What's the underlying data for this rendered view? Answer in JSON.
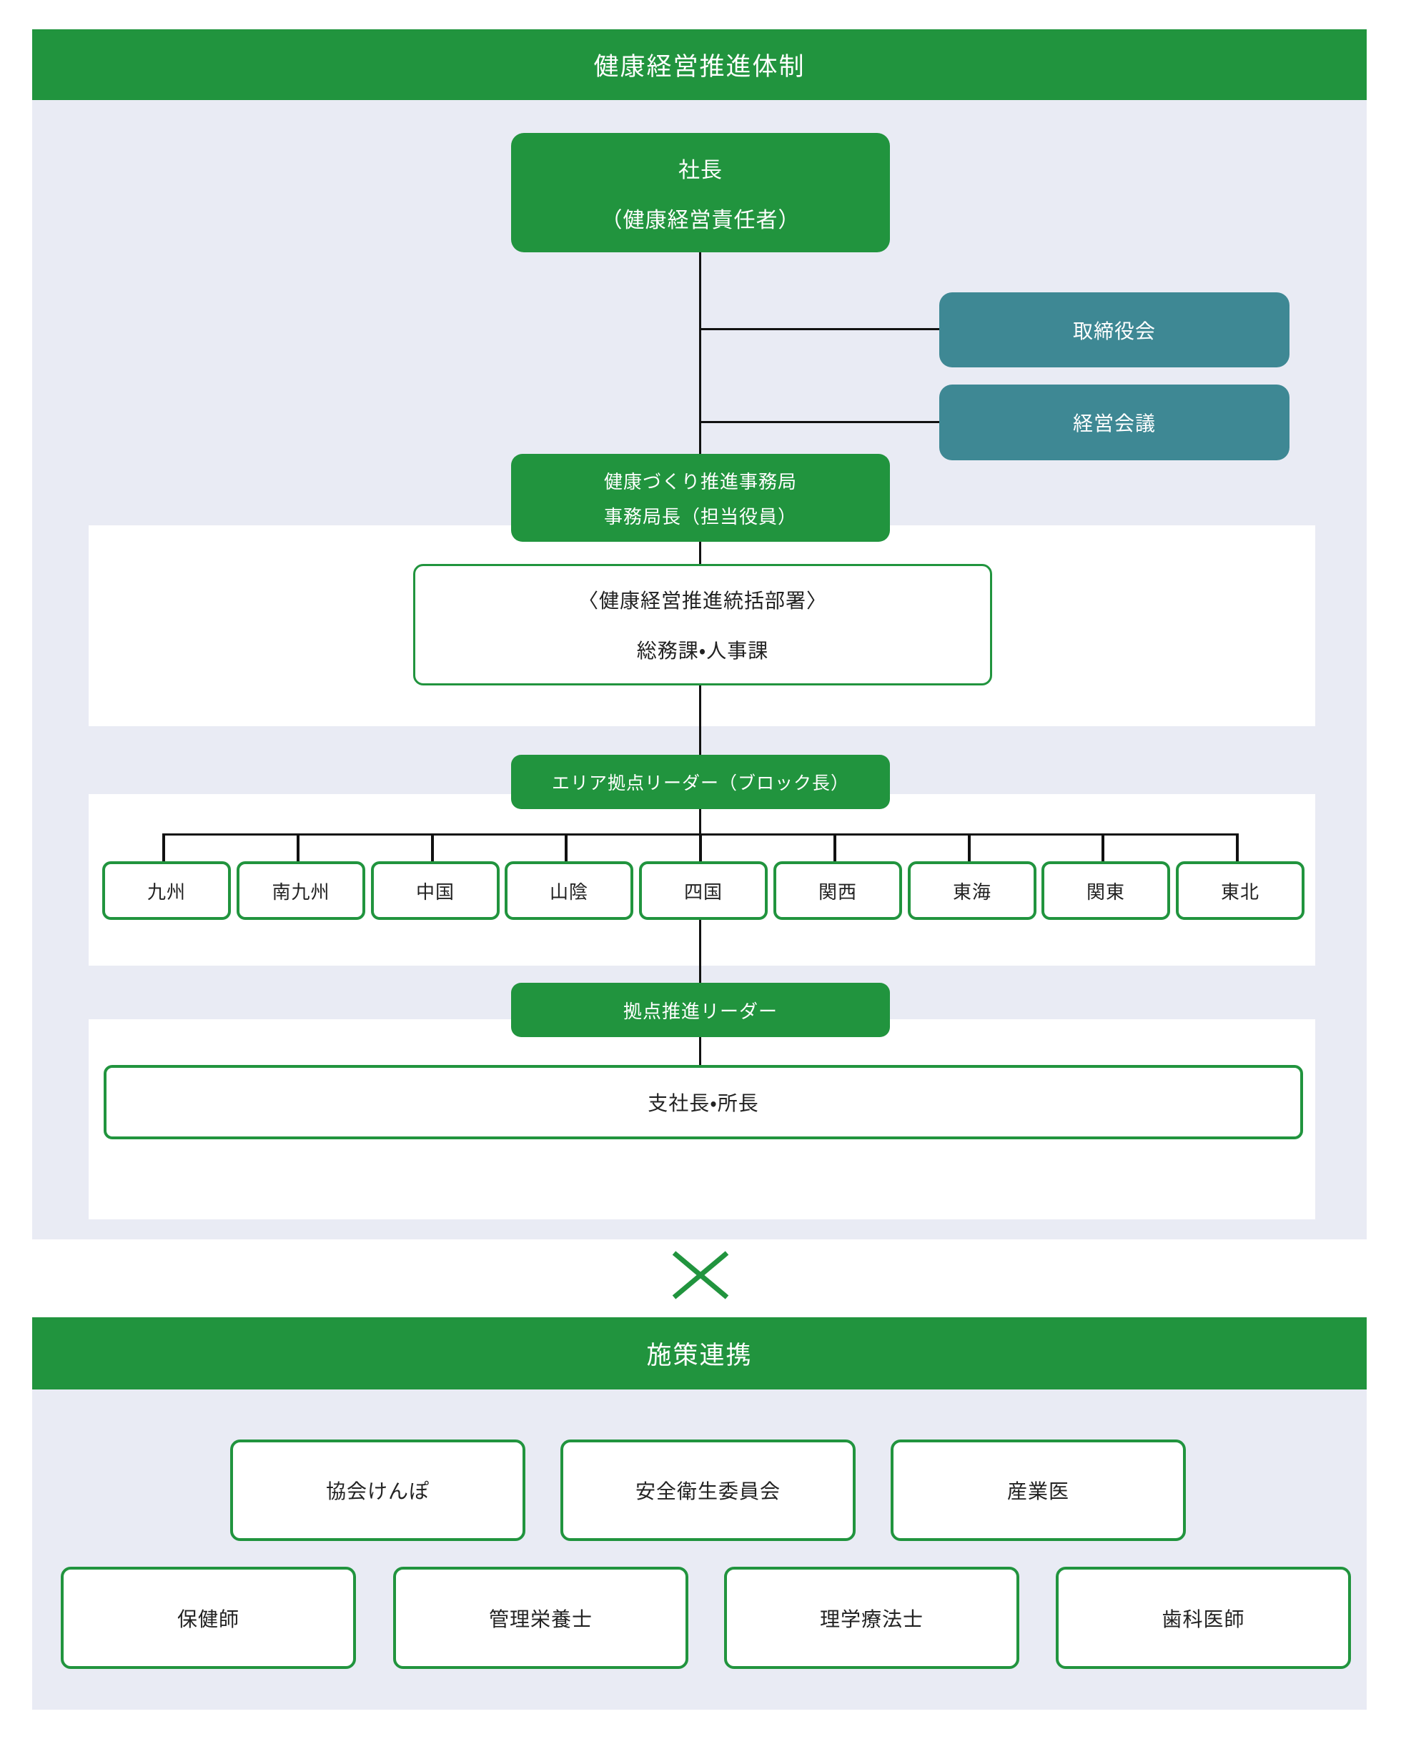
{
  "top_section": {
    "title": "健康経営推進体制",
    "president": {
      "line1": "社長",
      "line2": "（健康経営責任者）"
    },
    "board": "取締役会",
    "exec_meeting": "経営会議",
    "secretariat": {
      "line1": "健康づくり推進事務局",
      "line2": "事務局長（担当役員）"
    },
    "control_dept": {
      "line1": "〈健康経営推進統括部署〉",
      "line2": "総務課・人事課"
    },
    "area_leader": "エリア拠点リーダー（ブロック長）",
    "regions": [
      "九州",
      "南九州",
      "中国",
      "山陰",
      "四国",
      "関西",
      "東海",
      "関東",
      "東北"
    ],
    "site_leader": "拠点推進リーダー",
    "branch_managers": "支社長・所長"
  },
  "divider": {
    "cross_icon": "×"
  },
  "collab_section": {
    "title": "施策連携",
    "row1": [
      "協会けんぽ",
      "安全衛生委員会",
      "産業医"
    ],
    "row2": [
      "保健師",
      "管理栄養士",
      "理学療法士",
      "歯科医師"
    ]
  },
  "colors": {
    "green": "#21943E",
    "teal": "#3E8894",
    "background": "#E9EBF4",
    "line": "#111111"
  }
}
